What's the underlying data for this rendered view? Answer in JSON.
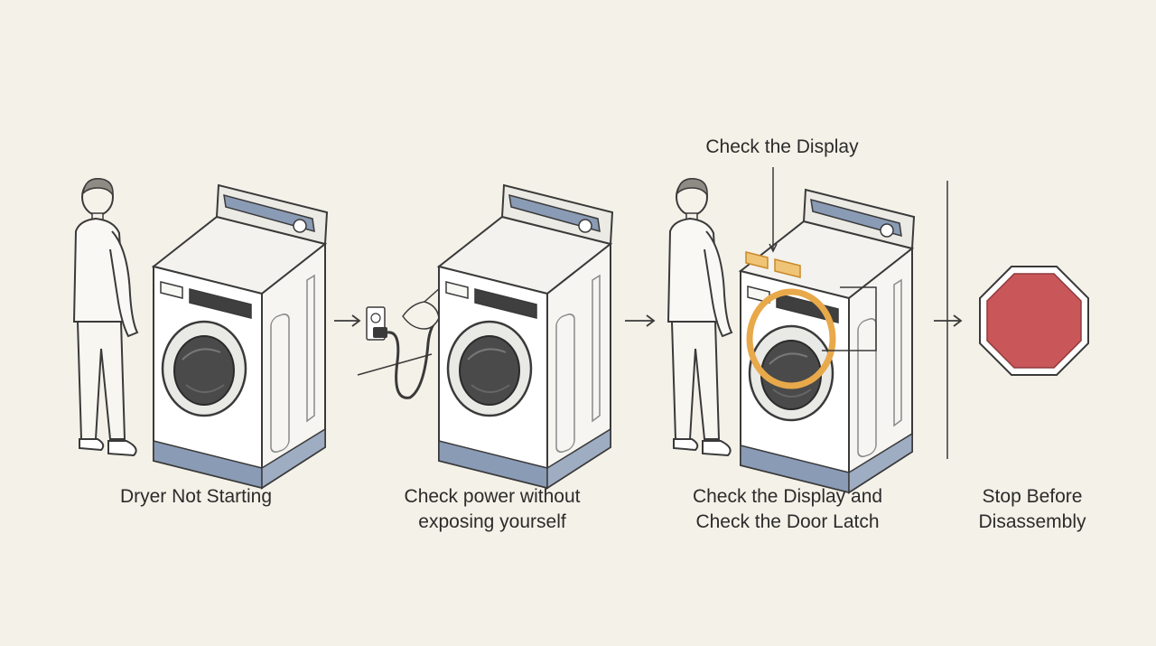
{
  "steps": [
    {
      "label_line1": "Dryer Not Starting",
      "label_line2": ""
    },
    {
      "label_line1": "Check power without",
      "label_line2": "exposing yourself"
    },
    {
      "label_line1": "Check the Display and",
      "label_line2": "Check the Door Latch"
    },
    {
      "label_line1": "Stop Before",
      "label_line2": "Disassembly"
    }
  ],
  "callout": {
    "label": "Check the Display"
  },
  "icons": [
    "person-figure",
    "dryer-appliance",
    "wall-outlet",
    "power-plug",
    "arrow-right",
    "stop-sign",
    "divider-line"
  ],
  "colors": {
    "background": "#f4f1e8",
    "line": "#3a3a3a",
    "panel_blue": "#8a9bb5",
    "highlight_orange": "#e8a94a",
    "stop_red": "#c9575a"
  }
}
